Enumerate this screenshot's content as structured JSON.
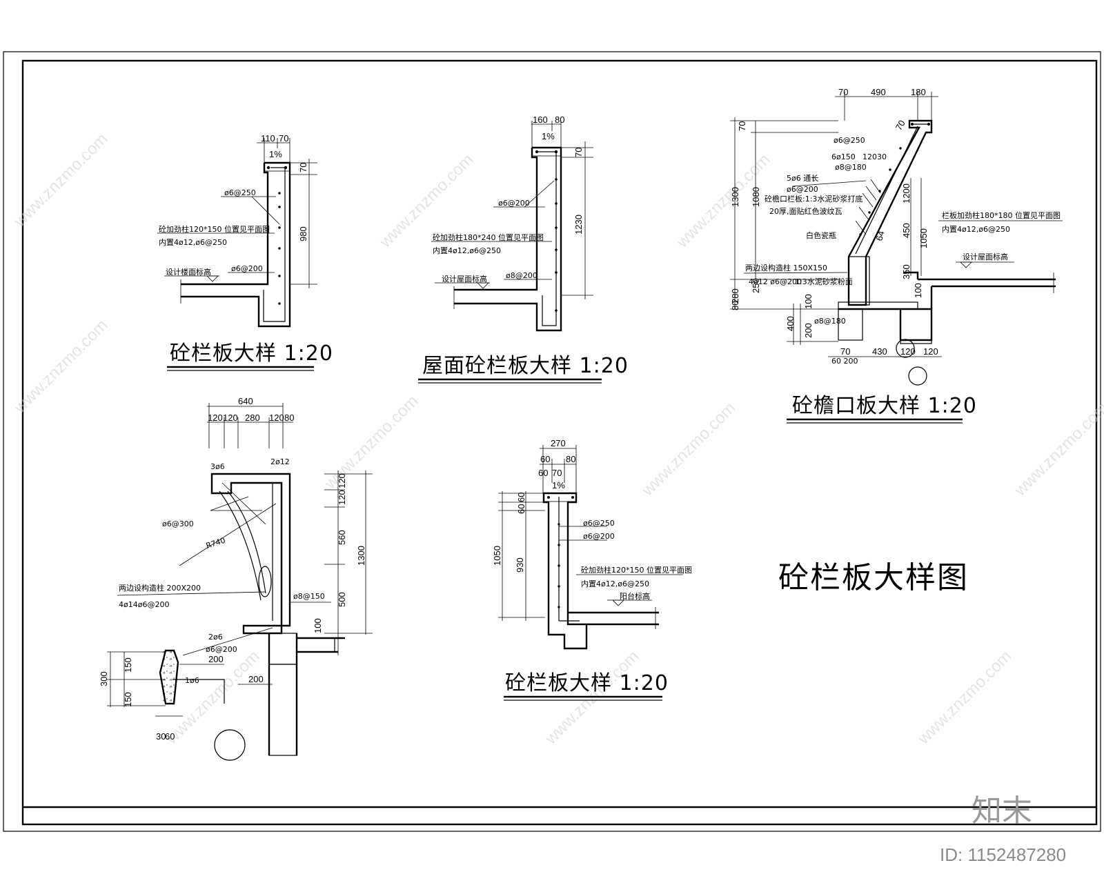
{
  "details": {
    "d1": {
      "title": "砼栏板大样 1:20",
      "dims": [
        "110",
        "70",
        "1%",
        "70",
        "980"
      ],
      "notes": [
        "ø6@250",
        "砼加劲柱120*150 位置见平面图",
        "内置4ø12,ø6@250",
        "ø6@200",
        "设计楼面标高"
      ]
    },
    "d2": {
      "title": "屋面砼栏板大样 1:20",
      "dims": [
        "160",
        "80",
        "1%",
        "70",
        "1230"
      ],
      "notes": [
        "ø6@200",
        "砼加劲柱180*240 位置见平面图",
        "内置4ø12,ø6@250",
        "ø8@200",
        "设计屋面标高"
      ]
    },
    "d3": {
      "title": "砼檐口板大样 1:20",
      "dims": [
        "70",
        "490",
        "180",
        "70",
        "1300",
        "1080",
        "280",
        "250",
        "80",
        "1200",
        "1050",
        "450",
        "350",
        "100",
        "400",
        "200",
        "100",
        "70",
        "430",
        "120",
        "120",
        "64",
        "70"
      ],
      "notes": [
        "ø6@250",
        "6ø150",
        "12030",
        "ø8@180",
        "5ø6 通长",
        "ø6@200",
        "砼檐口栏板:1:3水泥砂浆打底",
        "20厚,面贴红色波纹瓦",
        "白色瓷瓶",
        "栏板加劲柱180*180 位置见平面图",
        "内置4ø12,ø6@250",
        "设计屋面标高",
        "两边设构造柱 150X150",
        "4ø12 ø6@200",
        "1:3水泥砂浆粉面",
        "ø8@180",
        "60 200"
      ]
    },
    "d4": {
      "dims": [
        "640",
        "120",
        "120",
        "280",
        "120",
        "80",
        "120",
        "120",
        "560",
        "1300",
        "500",
        "100",
        "200",
        "300",
        "150",
        "150",
        "30",
        "60",
        "200"
      ],
      "notes": [
        "3ø6",
        "2ø12",
        "ø6@300",
        "R740",
        "两边设构造柱 200X200",
        "4ø14ø6@200",
        "ø8@150",
        "2ø6",
        "ø6@200",
        "1ø6"
      ]
    },
    "d5": {
      "title": "砼栏板大样 1:20",
      "dims": [
        "270",
        "60",
        "80",
        "60",
        "70",
        "1%",
        "60",
        "60",
        "1050",
        "930"
      ],
      "notes": [
        "ø6@250",
        "ø6@200",
        "砼加劲柱120*150 位置见平面图",
        "内置4ø12,ø6@250",
        "阳台标高"
      ]
    }
  },
  "sheet_title": "砼栏板大样图",
  "watermark": "www.znzmo.com",
  "brand": "知末",
  "image_id": "ID: 1152487280"
}
